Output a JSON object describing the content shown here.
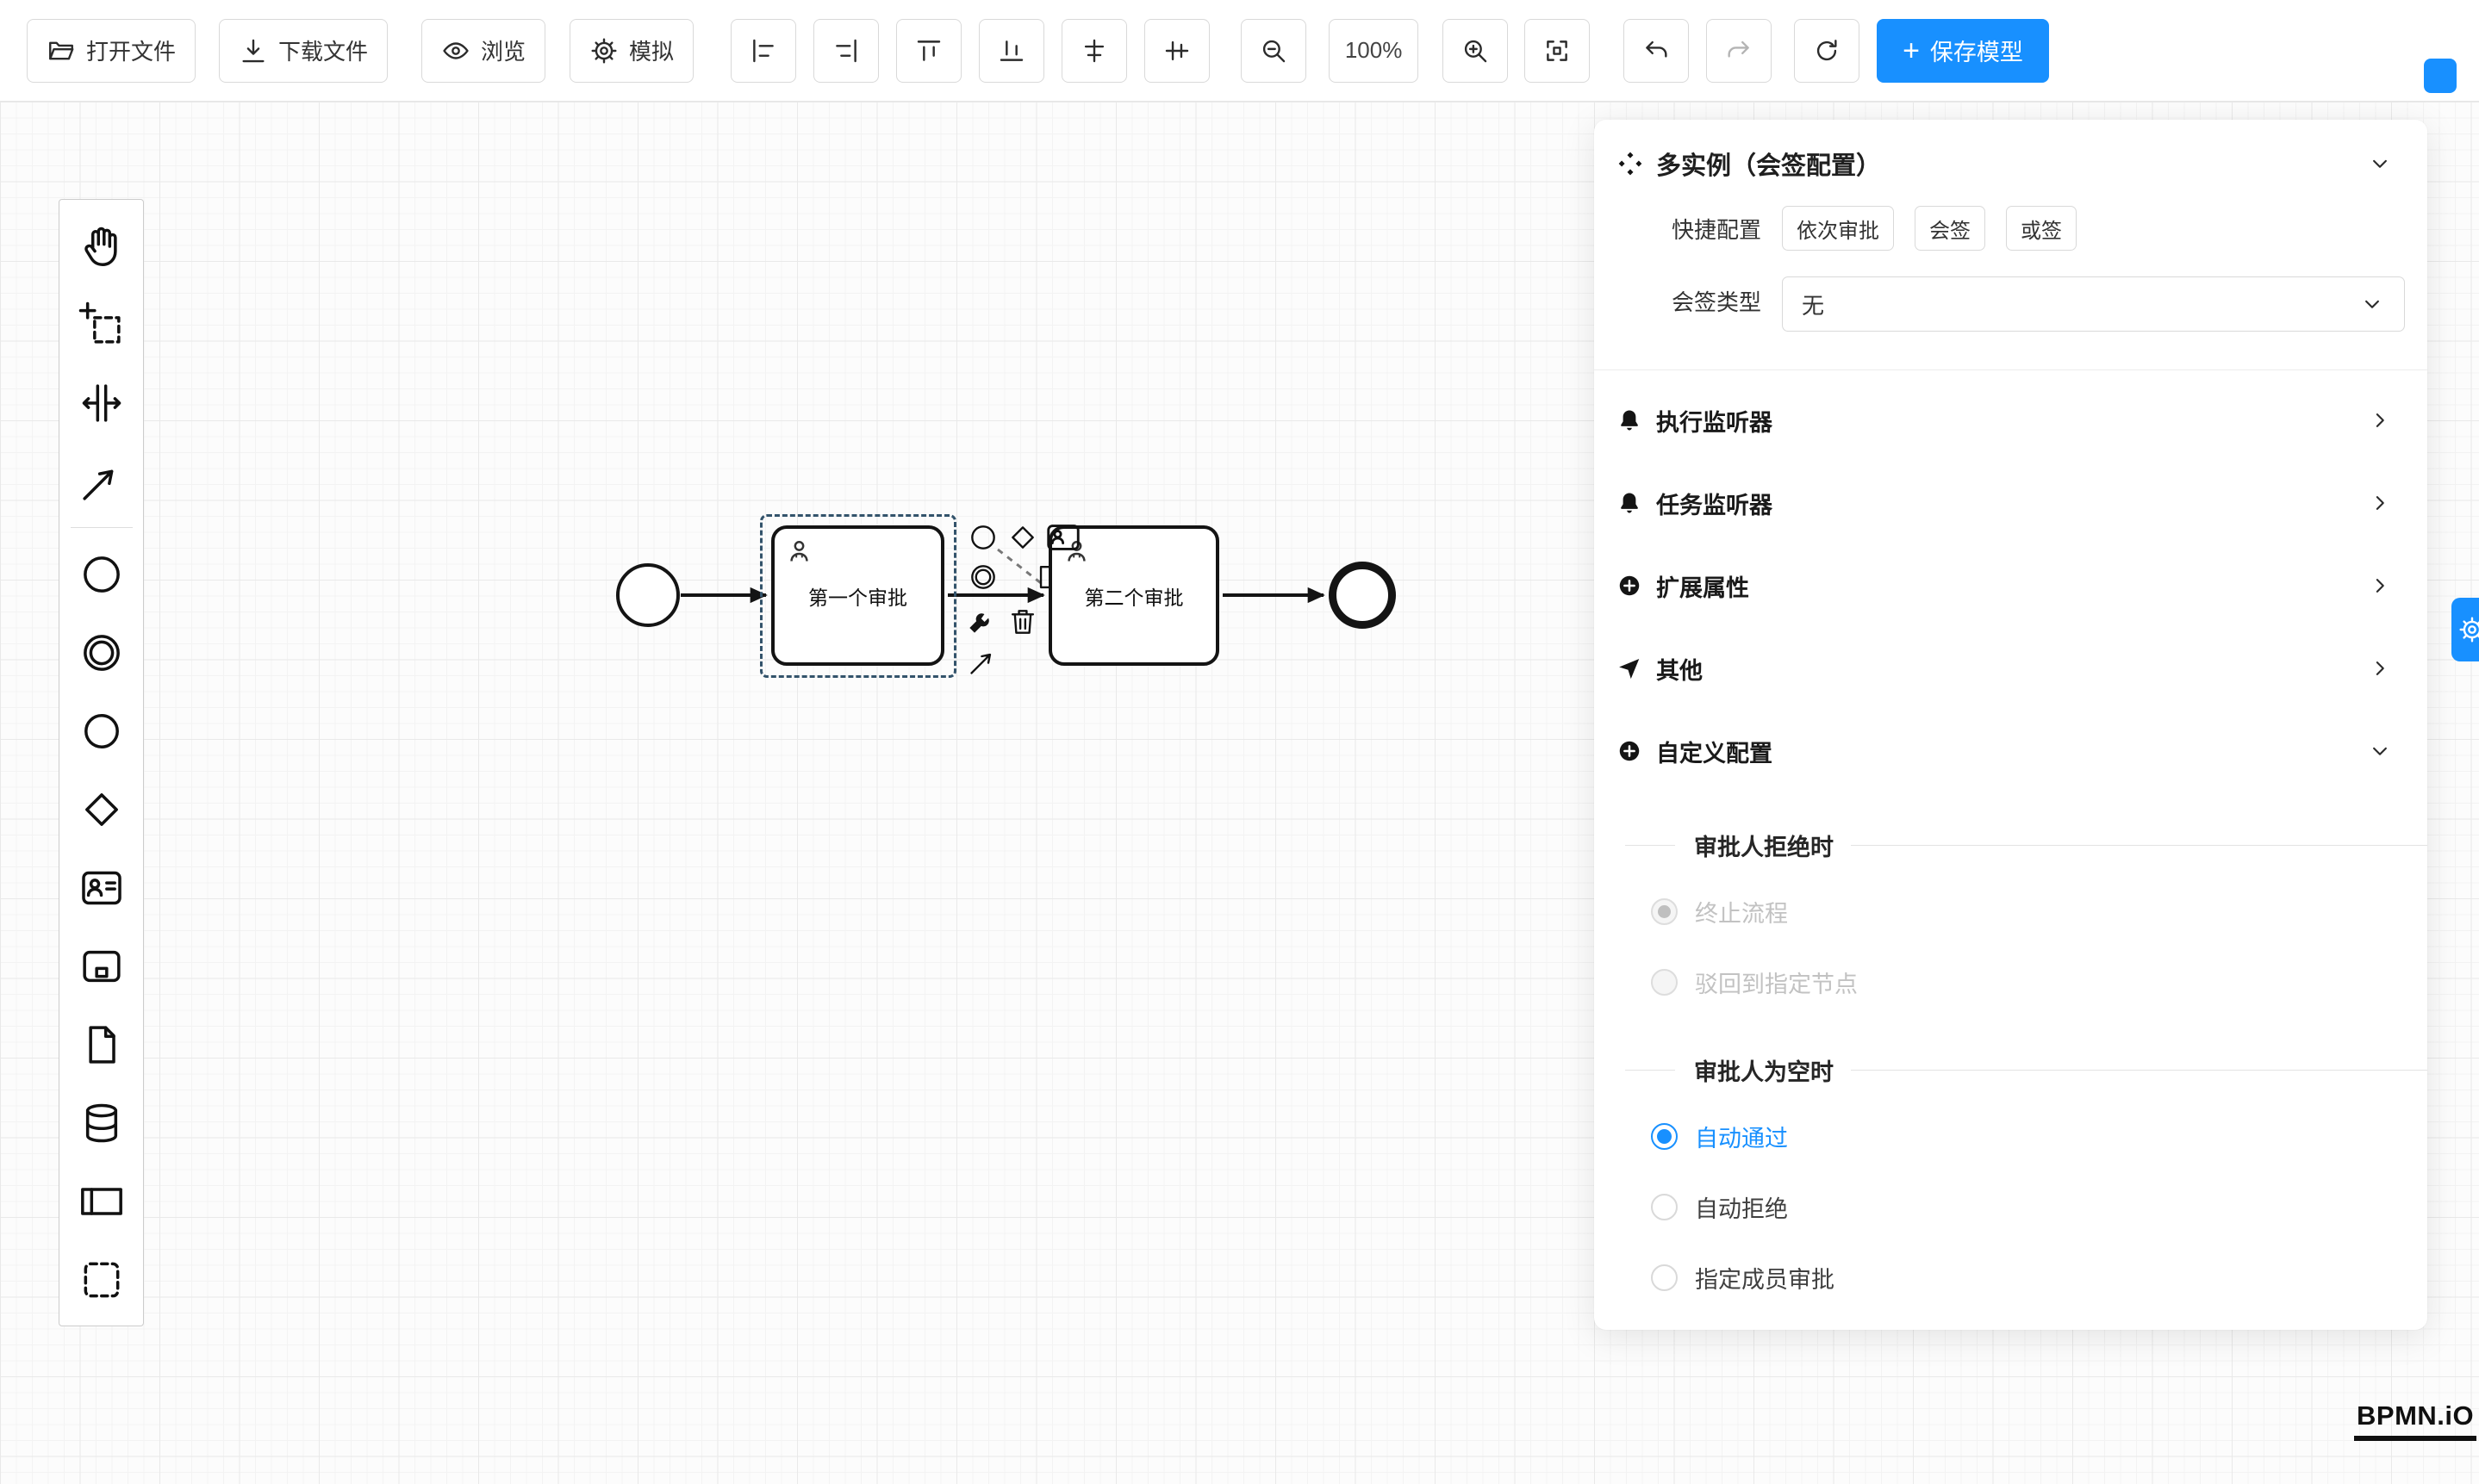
{
  "colors": {
    "accent": "#1890ff",
    "stroke": "#141414",
    "selection": "#33536b",
    "disabled_text": "#c2c2c2"
  },
  "toolbar": {
    "open_file": "打开文件",
    "download_file": "下载文件",
    "preview": "浏览",
    "simulate": "模拟",
    "zoom_level": "100%",
    "save_plus": "+",
    "save_model": "保存模型"
  },
  "canvas": {
    "task1_label": "第一个审批",
    "task2_label": "第二个审批"
  },
  "panel": {
    "title": "多实例（会签配置）",
    "quick_config_label": "快捷配置",
    "quick_options": [
      "依次审批",
      "会签",
      "或签"
    ],
    "sign_type_label": "会签类型",
    "sign_type_value": "无",
    "rows": [
      {
        "label": "执行监听器",
        "icon": "bell-icon"
      },
      {
        "label": "任务监听器",
        "icon": "bell-icon"
      },
      {
        "label": "扩展属性",
        "icon": "plus-circle-icon"
      },
      {
        "label": "其他",
        "icon": "send-icon"
      },
      {
        "label": "自定义配置",
        "icon": "plus-circle-icon"
      }
    ],
    "reject_section": {
      "title": "审批人拒绝时",
      "options": [
        {
          "label": "终止流程",
          "checked": true,
          "disabled": true
        },
        {
          "label": "驳回到指定节点",
          "checked": false,
          "disabled": true
        }
      ]
    },
    "empty_section": {
      "title": "审批人为空时",
      "options": [
        {
          "label": "自动通过",
          "checked": true,
          "disabled": false
        },
        {
          "label": "自动拒绝",
          "checked": false,
          "disabled": false
        },
        {
          "label": "指定成员审批",
          "checked": false,
          "disabled": false
        }
      ]
    }
  },
  "branding": {
    "logo": "BPMN.iO"
  }
}
